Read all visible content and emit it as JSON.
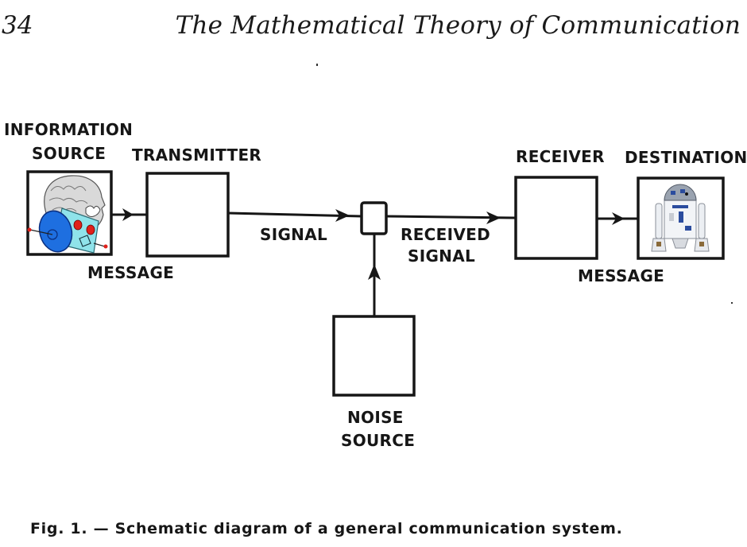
{
  "page": {
    "number": "34",
    "running_title": "The Mathematical Theory of Communication"
  },
  "diagram": {
    "blocks": {
      "information_source": {
        "label_line1": "INFORMATION",
        "label_line2": "SOURCE",
        "illustration": "brain-head-and-robot-icon"
      },
      "transmitter": {
        "label": "TRANSMITTER"
      },
      "noise_source": {
        "label_line1": "NOISE",
        "label_line2": "SOURCE"
      },
      "receiver": {
        "label": "RECEIVER"
      },
      "destination": {
        "label": "DESTINATION",
        "illustration": "r2d2-robot-icon"
      }
    },
    "edge_labels": {
      "message_in": "MESSAGE",
      "signal": "SIGNAL",
      "received_signal_line1": "RECEIVED",
      "received_signal_line2": "SIGNAL",
      "message_out": "MESSAGE"
    },
    "colors": {
      "ink": "#161616",
      "robot_blue": "#1e6fe0",
      "robot_cyan": "#8fe3ea",
      "robot_red": "#e0201a"
    }
  },
  "caption": "Fig. 1. — Schematic diagram of a general communication system."
}
